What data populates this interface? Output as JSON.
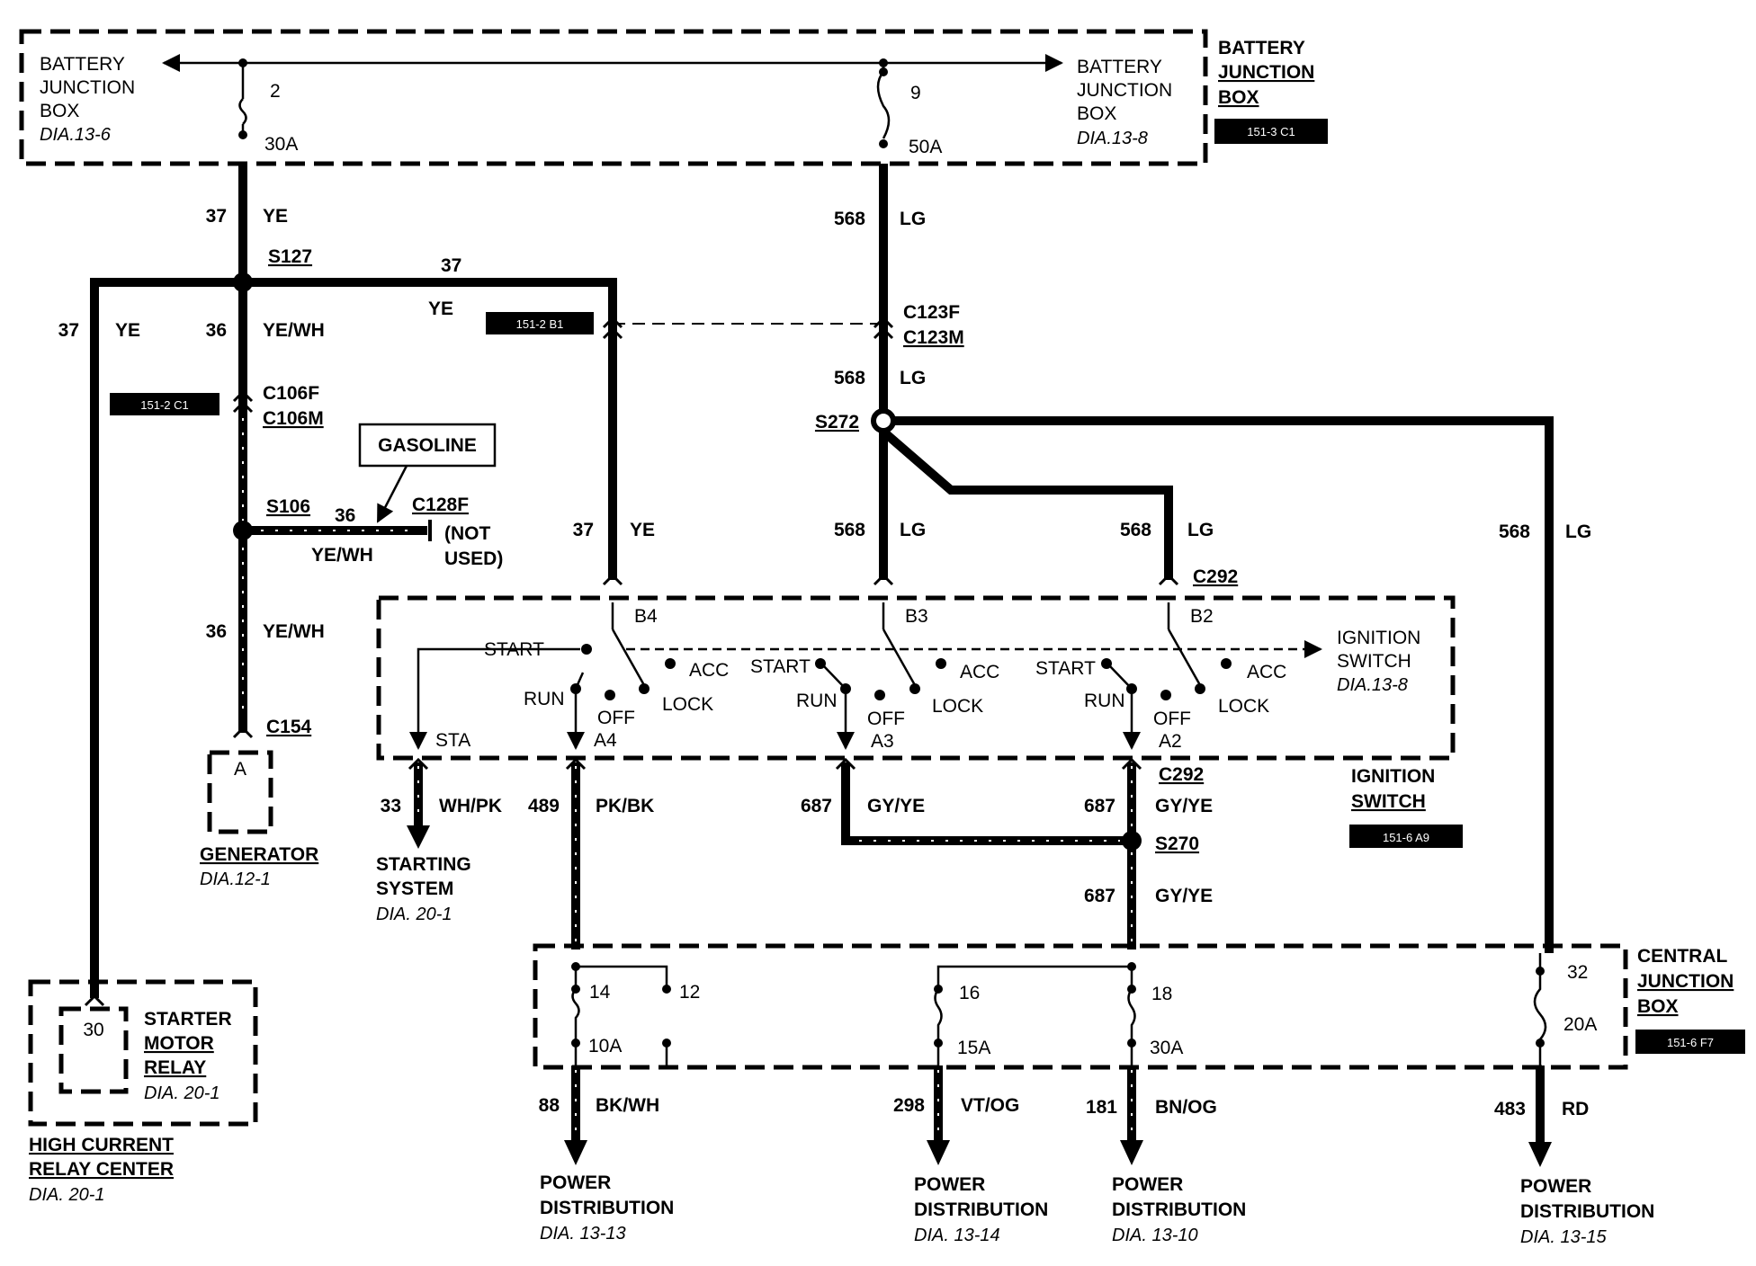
{
  "boxes": {
    "bjb_left": {
      "l1": "BATTERY",
      "l2": "JUNCTION",
      "l3": "BOX",
      "ref": "DIA.13-6"
    },
    "bjb_right": {
      "l1": "BATTERY",
      "l2": "JUNCTION",
      "l3": "BOX",
      "ref": "DIA.13-8"
    },
    "bjb_title": {
      "l1": "BATTERY",
      "l2": "JUNCTION",
      "l3": "BOX",
      "tag": "151-3 C1"
    },
    "hcrc": {
      "l1": "HIGH CURRENT",
      "l2": "RELAY CENTER",
      "ref": "DIA. 20-1"
    },
    "starter": {
      "pin": "30",
      "l1": "STARTER",
      "l2": "MOTOR",
      "l3": "RELAY",
      "ref": "DIA. 20-1"
    },
    "generator": {
      "pin": "A",
      "name": "GENERATOR",
      "ref": "DIA.12-1"
    },
    "ignition": {
      "l1": "IGNITION",
      "l2": "SWITCH",
      "ref": "DIA.13-8"
    },
    "ignition_title": {
      "l1": "IGNITION",
      "l2": "SWITCH",
      "tag": "151-6 A9"
    },
    "cjb_title": {
      "l1": "CENTRAL",
      "l2": "JUNCTION",
      "l3": "BOX",
      "tag": "151-6 F7"
    },
    "gasoline": "GASOLINE",
    "not_used": {
      "l1": "(NOT",
      "l2": "USED)"
    }
  },
  "fuses": {
    "f2": {
      "num": "2",
      "amp": "30A"
    },
    "f9": {
      "num": "9",
      "amp": "50A"
    },
    "f14": {
      "num": "14",
      "amp": "10A"
    },
    "f12": {
      "num": "12"
    },
    "f16": {
      "num": "16",
      "amp": "15A"
    },
    "f18": {
      "num": "18",
      "amp": "30A"
    },
    "f32": {
      "num": "32",
      "amp": "20A"
    }
  },
  "connectors": {
    "s127": "S127",
    "s106": "S106",
    "s272": "S272",
    "s270": "S270",
    "c106f": "C106F",
    "c106m": "C106M",
    "c123f": "C123F",
    "c123m": "C123M",
    "c128f": "C128F",
    "c154": "C154",
    "c292_top": "C292",
    "c292_bot": "C292",
    "tag_c1": "151-2 C1",
    "tag_b1": "151-2 B1"
  },
  "wires": {
    "w37_top": {
      "num": "37",
      "color": "YE"
    },
    "w37_branch": {
      "num": "37",
      "color": "YE"
    },
    "w37_left": {
      "num": "37",
      "color": "YE"
    },
    "w36_upper": {
      "num": "36",
      "color": "YE/WH"
    },
    "w36_gas": {
      "num": "36",
      "color": "YE/WH"
    },
    "w36_lower": {
      "num": "36",
      "color": "YE/WH"
    },
    "w37_b4": {
      "num": "37",
      "color": "YE"
    },
    "w568_top": {
      "num": "568",
      "color": "LG"
    },
    "w568_mid": {
      "num": "568",
      "color": "LG"
    },
    "w568_b3": {
      "num": "568",
      "color": "LG"
    },
    "w568_b2": {
      "num": "568",
      "color": "LG"
    },
    "w568_right": {
      "num": "568",
      "color": "LG"
    },
    "w33": {
      "num": "33",
      "color": "WH/PK"
    },
    "w489": {
      "num": "489",
      "color": "PK/BK"
    },
    "w687_a3": {
      "num": "687",
      "color": "GY/YE"
    },
    "w687_a2": {
      "num": "687",
      "color": "GY/YE"
    },
    "w687_low": {
      "num": "687",
      "color": "GY/YE"
    },
    "w88": {
      "num": "88",
      "color": "BK/WH"
    },
    "w298": {
      "num": "298",
      "color": "VT/OG"
    },
    "w181": {
      "num": "181",
      "color": "BN/OG"
    },
    "w483": {
      "num": "483",
      "color": "RD"
    }
  },
  "switch": {
    "start": "START",
    "run": "RUN",
    "off": "OFF",
    "acc": "ACC",
    "lock": "LOCK",
    "b4": "B4",
    "b3": "B3",
    "b2": "B2",
    "a4": "A4",
    "a3": "A3",
    "a2": "A2",
    "sta": "STA"
  },
  "outputs": {
    "starting": {
      "l1": "STARTING",
      "l2": "SYSTEM",
      "ref": "DIA. 20-1"
    },
    "pd1": {
      "l1": "POWER",
      "l2": "DISTRIBUTION",
      "ref": "DIA. 13-13"
    },
    "pd2": {
      "l1": "POWER",
      "l2": "DISTRIBUTION",
      "ref": "DIA. 13-14"
    },
    "pd3": {
      "l1": "POWER",
      "l2": "DISTRIBUTION",
      "ref": "DIA. 13-10"
    },
    "pd4": {
      "l1": "POWER",
      "l2": "DISTRIBUTION",
      "ref": "DIA. 13-15"
    }
  }
}
